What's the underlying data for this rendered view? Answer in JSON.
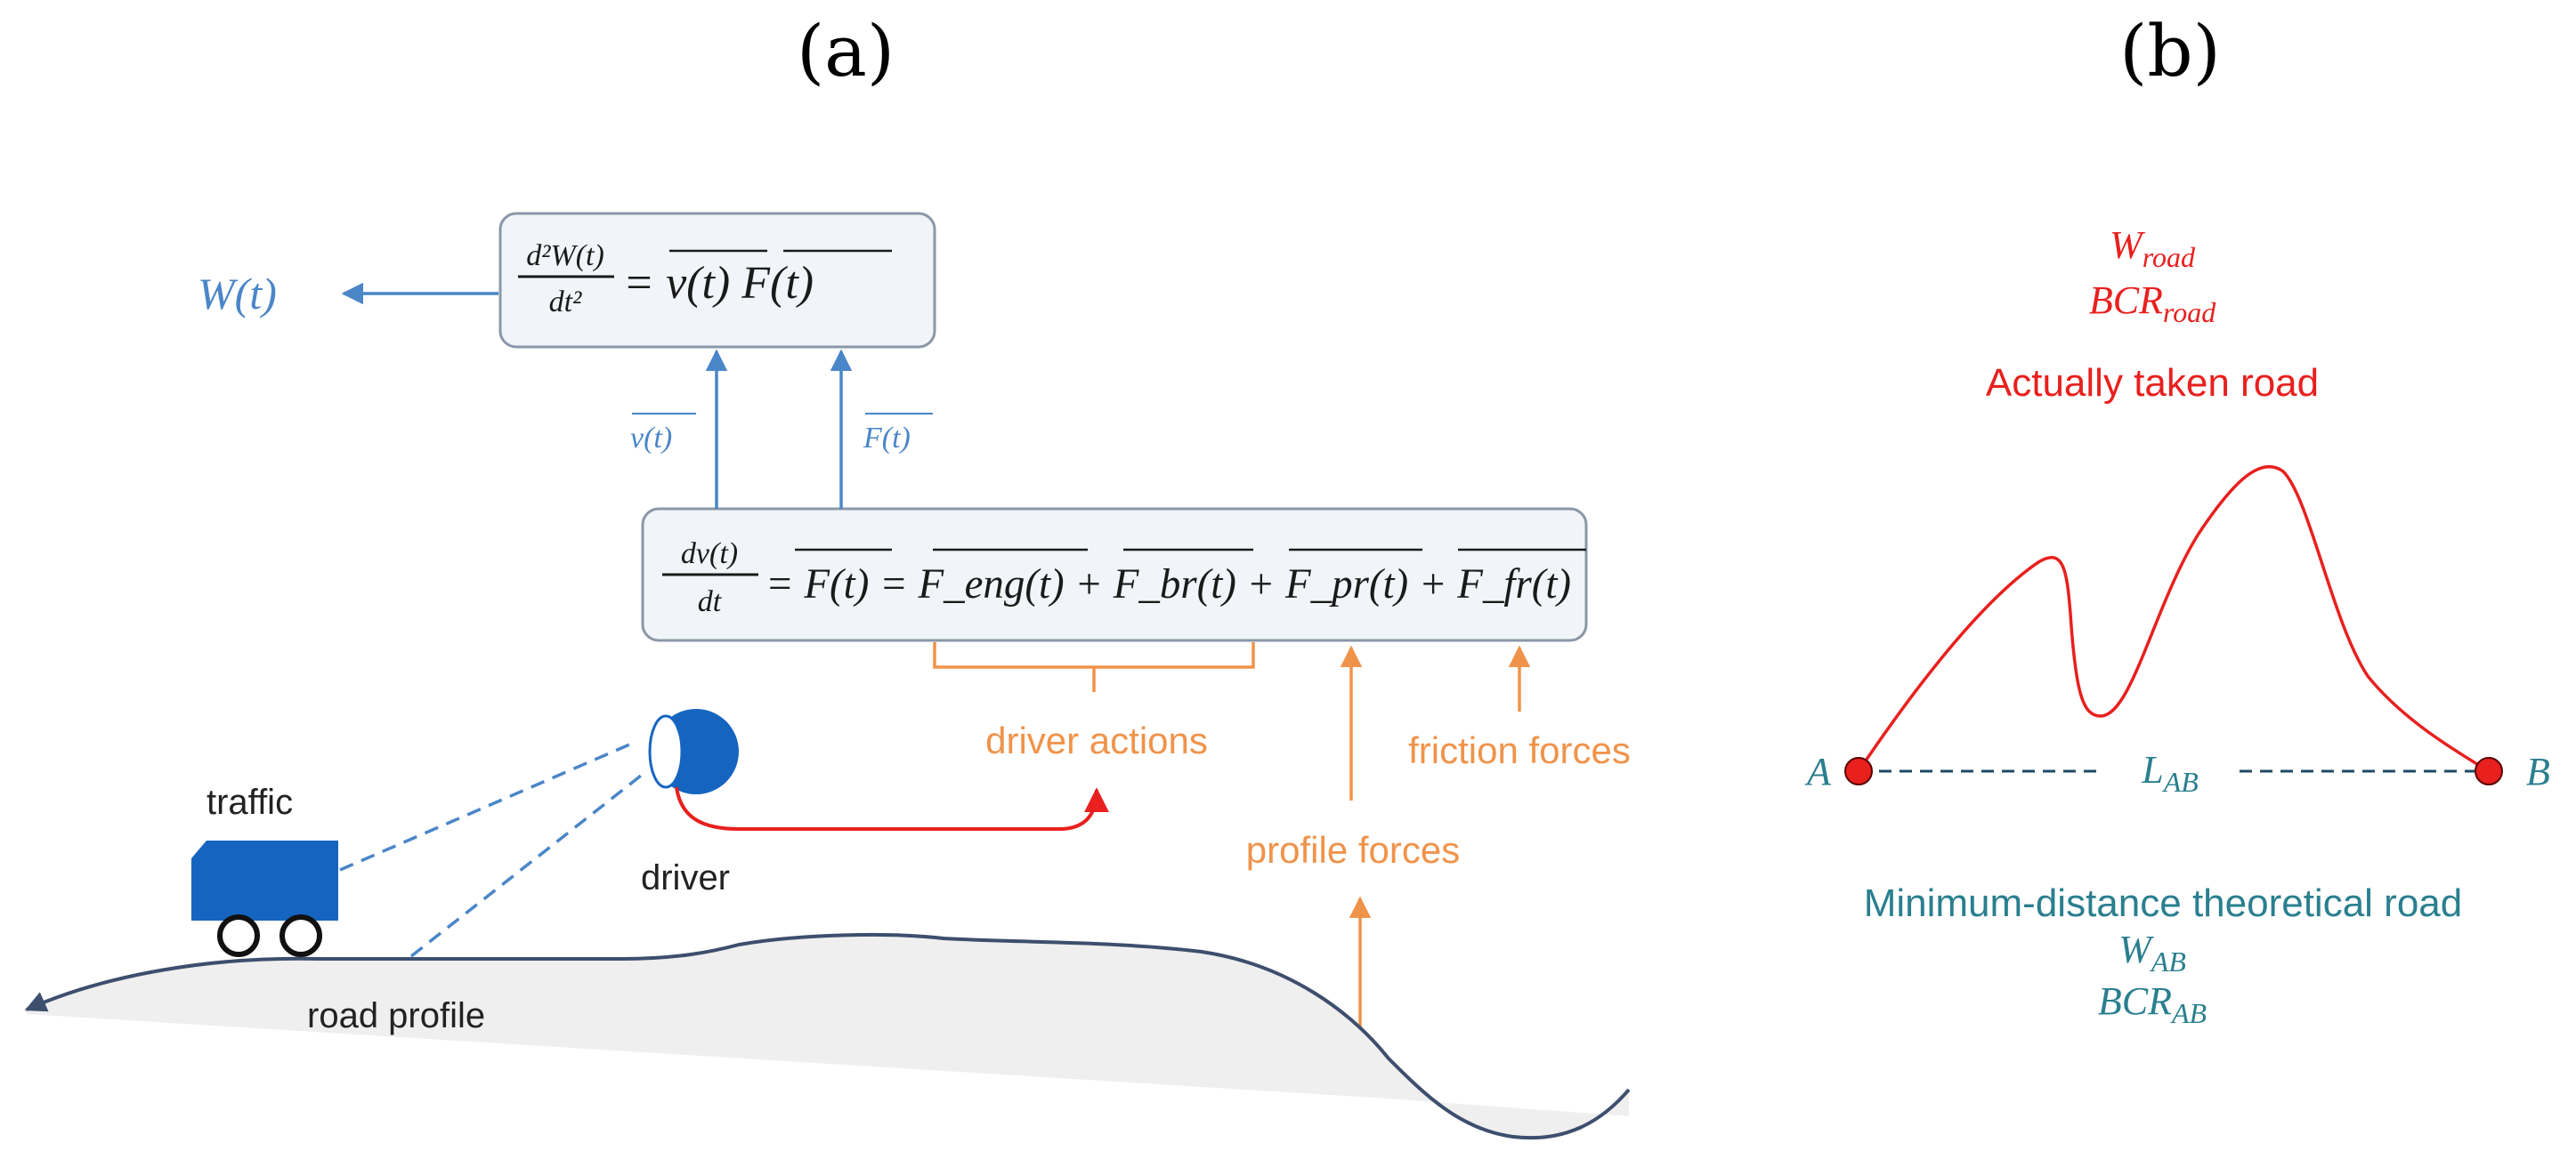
{
  "panel_a": {
    "label": "(a)",
    "output_label": "W(t)",
    "eq_top": {
      "lhs_num": "d²W(t)",
      "lhs_den": "dt²",
      "rhs": "= v(t)  F(t)"
    },
    "arrow_v_label": "v(t)",
    "arrow_f_label": "F(t)",
    "eq_bottom": {
      "lhs_num": "dv(t)",
      "lhs_den": "dt",
      "rhs": "= F(t) = F_eng(t) + F_br(t) + F_pr(t) + F_fr(t)"
    },
    "driver_actions_label": "driver actions",
    "friction_forces_label": "friction forces",
    "profile_forces_label": "profile forces",
    "traffic_label": "traffic",
    "driver_label": "driver",
    "road_profile_label": "road profile"
  },
  "panel_b": {
    "label": "(b)",
    "w_road": "W",
    "w_road_sub": "road",
    "bcr_road": "BCR",
    "bcr_road_sub": "road",
    "actual_road_label": "Actually taken road",
    "point_a": "A",
    "point_b": "B",
    "lab": "L",
    "lab_sub": "AB",
    "min_road_label": "Minimum-distance theoretical road",
    "w_ab": "W",
    "w_ab_sub": "AB",
    "bcr_ab": "BCR",
    "bcr_ab_sub": "AB"
  },
  "colors": {
    "blue": "#4a86c8",
    "orange": "#f0934a",
    "red": "#e8201e",
    "teal": "#2a7f8f",
    "road": "#3d4e6e",
    "vehicle": "#1565c0"
  }
}
